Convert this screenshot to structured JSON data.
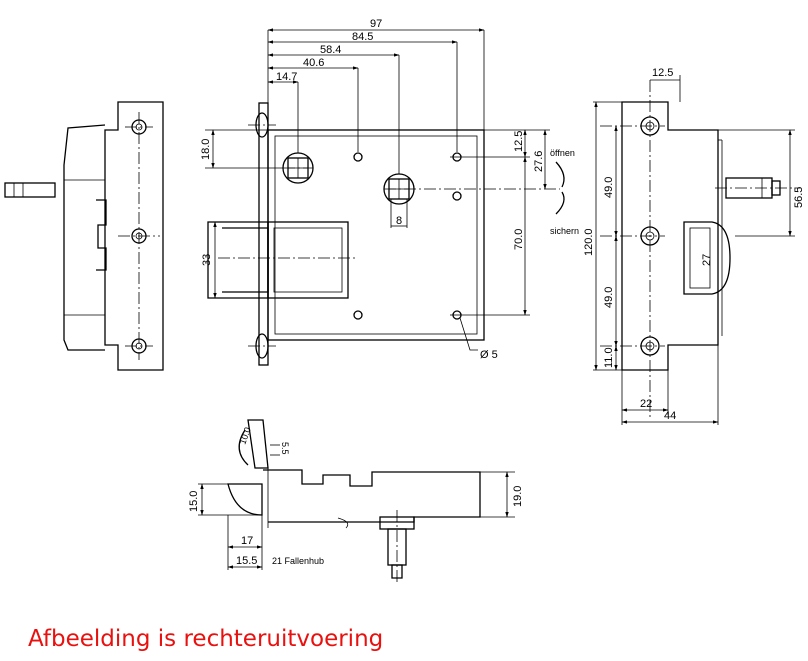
{
  "drawing": {
    "top_dims": {
      "d97": "97",
      "d845": "84.5",
      "d584": "58.4",
      "d406": "40.6",
      "d147": "14.7"
    },
    "front_dims": {
      "d180": "18.0",
      "d125": "12.5",
      "d276": "27.6",
      "d700": "70.0",
      "d8": "8",
      "d33": "33",
      "d5": "Ø 5"
    },
    "labels": {
      "open": "öffnen",
      "secure": "sichern"
    },
    "right_dims": {
      "d125": "12.5",
      "d490a": "49.0",
      "d1200": "120.0",
      "d490b": "49.0",
      "d110": "11.0",
      "d565": "56.5",
      "d27": "27",
      "d22": "22",
      "d44": "44"
    },
    "bottom_dims": {
      "d55": "5.5",
      "d100": "10.0",
      "d150": "15.0",
      "d17": "17",
      "d155": "15.5",
      "d190": "19.0",
      "fallenhub": "21 Fallenhub"
    }
  },
  "caption": "Afbeelding is rechteruitvoering"
}
